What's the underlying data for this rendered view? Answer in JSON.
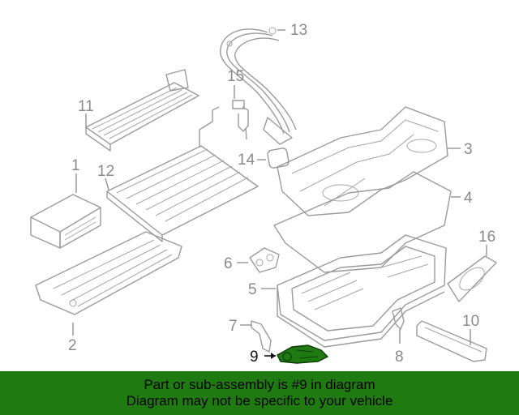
{
  "callouts": {
    "c1": "1",
    "c2": "2",
    "c3": "3",
    "c4": "4",
    "c5": "5",
    "c6": "6",
    "c7": "7",
    "c8": "8",
    "c9": "9",
    "c10": "10",
    "c11": "11",
    "c12": "12",
    "c13": "13",
    "c14": "14",
    "c15": "15",
    "c16": "16"
  },
  "highlight": {
    "part_number": "9",
    "color": "#1f7a12"
  },
  "banner": {
    "line1": "Part or sub-assembly is #9 in diagram",
    "line2": "Diagram may not be specific to your vehicle",
    "background": "#1f7a12"
  }
}
